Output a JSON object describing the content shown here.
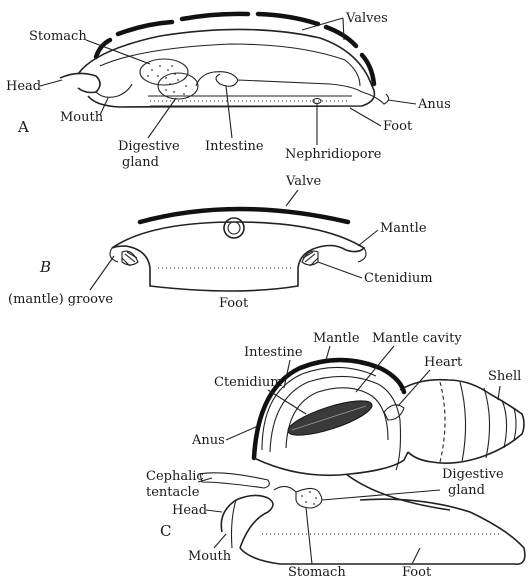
{
  "panelA": {
    "letter": "A",
    "labels": {
      "valves": "Valves",
      "stomach": "Stomach",
      "head": "Head",
      "mouth": "Mouth",
      "digestive_gland_line1": "Digestive",
      "digestive_gland_line2": "gland",
      "intestine": "Intestine",
      "nephridiopore": "Nephridiopore",
      "anus": "Anus",
      "foot": "Foot"
    }
  },
  "panelB": {
    "letter": "B",
    "labels": {
      "valve": "Valve",
      "mantle": "Mantle",
      "ctenidium": "Ctenidium",
      "mantle_groove": "(mantle) groove",
      "foot": "Foot"
    }
  },
  "panelC": {
    "letter": "C",
    "labels": {
      "intestine": "Intestine",
      "mantle": "Mantle",
      "mantle_cavity": "Mantle cavity",
      "heart": "Heart",
      "shell": "Shell",
      "ctenidium": "Ctenidium",
      "anus": "Anus",
      "cephalic_tentacle_line1": "Cephalic",
      "cephalic_tentacle_line2": "tentacle",
      "digestive_gland_line1": "Digestive",
      "digestive_gland_line2": "gland",
      "head": "Head",
      "mouth": "Mouth",
      "stomach": "Stomach",
      "foot": "Foot"
    }
  }
}
